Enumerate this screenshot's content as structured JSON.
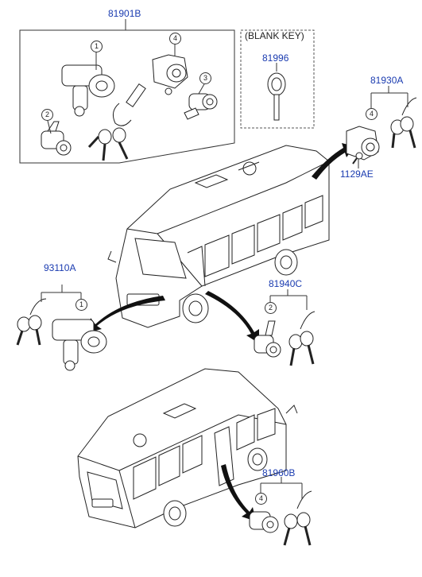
{
  "parts": {
    "ignition_set": {
      "code": "81901B"
    },
    "blank_key_group": {
      "title": "(BLANK KEY)",
      "code": "81996"
    },
    "side_door_lock": {
      "code": "81930A"
    },
    "screw": {
      "code": "1129AE"
    },
    "ignition_lock": {
      "code": "93110A"
    },
    "front_door_lock": {
      "code": "81940C"
    },
    "rear_door_lock": {
      "code": "81960B"
    }
  },
  "callouts": {
    "n1": "1",
    "n2": "2",
    "n3": "3",
    "n4": "4"
  }
}
